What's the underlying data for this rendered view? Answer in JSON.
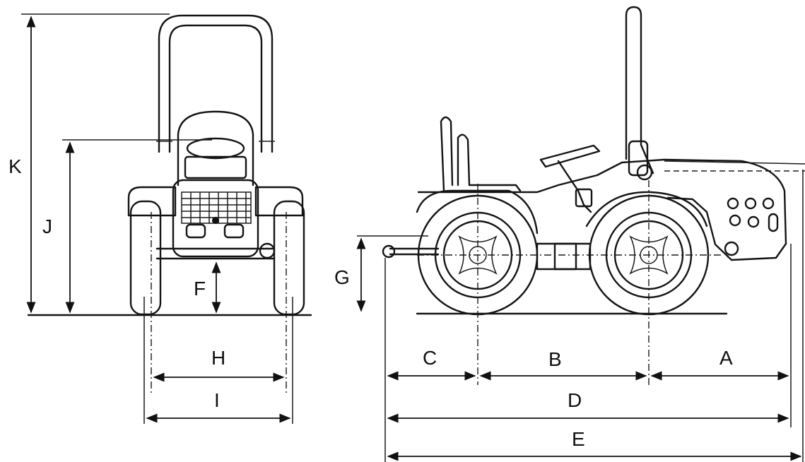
{
  "labels": {
    "A": "A",
    "B": "B",
    "C": "C",
    "D": "D",
    "E": "E",
    "F": "F",
    "G": "G",
    "H": "H",
    "I": "I",
    "J": "J",
    "K": "K"
  },
  "colors": {
    "ink": "#141414",
    "background": "#ffffff"
  }
}
